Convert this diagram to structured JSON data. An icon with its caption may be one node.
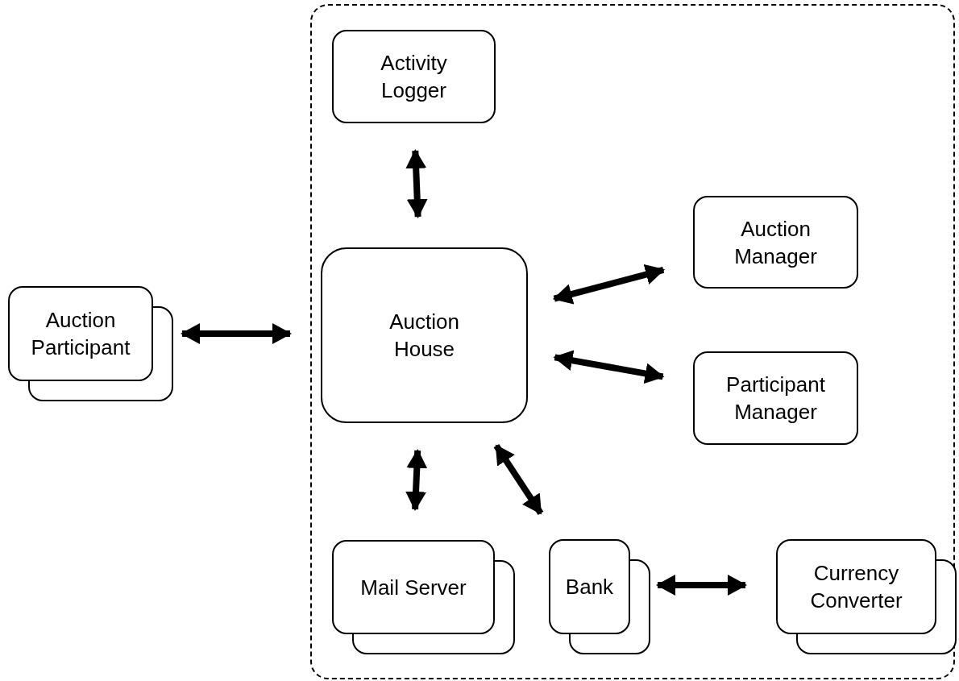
{
  "diagram": {
    "nodes": [
      {
        "text": [],
        "shape": "box"
      },
      {
        "text": [
          "Auction Participant"
        ]
      },
      {
        "text": [
          "Activity Logger"
        ],
        "in": 0
      },
      {
        "text": [
          "Auction House"
        ],
        "in": 0
      },
      {
        "text": [
          "Auction Manager"
        ],
        "in": 0
      },
      {
        "text": [
          "Participant Manager"
        ],
        "in": 0
      },
      {
        "text": [
          "Mail Server"
        ],
        "in": 0
      },
      {
        "text": [
          "Bank"
        ],
        "in": 0
      },
      {
        "text": [
          "Currency Converter"
        ],
        "in": 0
      }
    ],
    "edges": [
      {
        "from": 1,
        "to": 3,
        "arrow": "both"
      },
      {
        "from": 2,
        "to": 3,
        "arrow": "both"
      },
      {
        "from": 3,
        "to": 4,
        "arrow": "both"
      },
      {
        "from": 3,
        "to": 5,
        "arrow": "both"
      },
      {
        "from": 3,
        "to": 6,
        "arrow": "both"
      },
      {
        "from": 3,
        "to": 7,
        "arrow": "both"
      },
      {
        "from": 7,
        "to": 8,
        "arrow": "both"
      }
    ]
  }
}
